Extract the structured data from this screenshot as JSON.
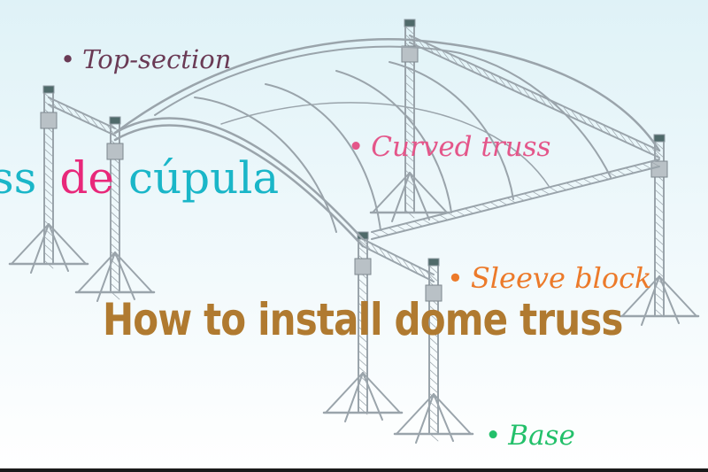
{
  "labels": {
    "top_section": "Top-section",
    "curved_truss": "Curved truss",
    "sleeve_block": "Sleeve block",
    "base": "Base",
    "bullet": "•"
  },
  "spanish_title": {
    "word1": "ss",
    "word2": "de",
    "word3": "cúpula"
  },
  "headline": "How to install dome truss",
  "colors": {
    "top_section": "#6a3a55",
    "curved_truss": "#e4568a",
    "sleeve_block": "#ec7a2a",
    "base": "#23c06a",
    "headline": "#b07a30",
    "spanish_cyan": "#1ab6c8",
    "spanish_pink": "#e8287a",
    "truss_metal": "#9aa4ab"
  }
}
